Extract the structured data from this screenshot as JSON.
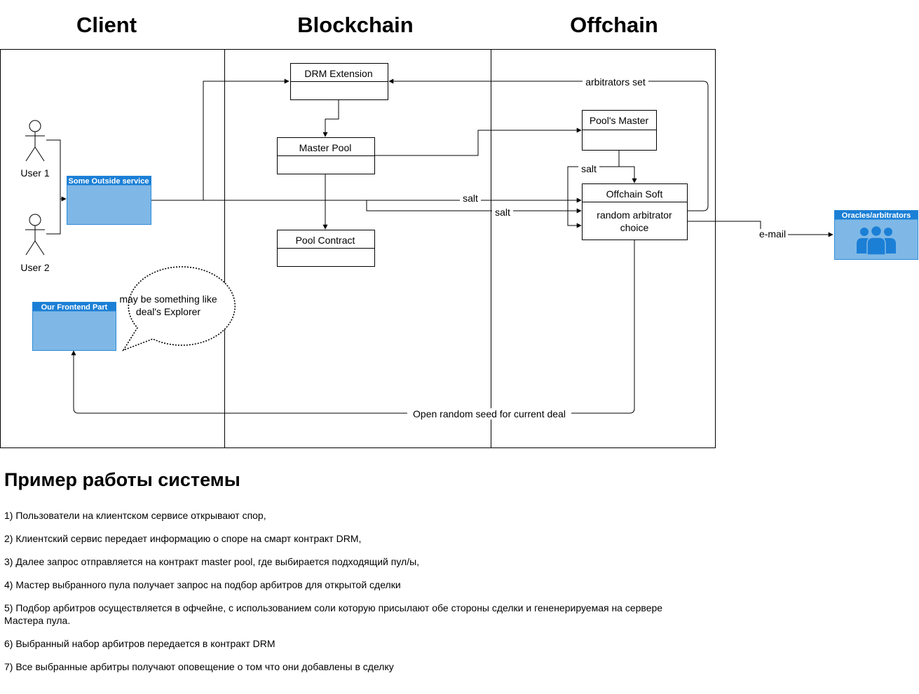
{
  "columns": {
    "client": "Client",
    "blockchain": "Blockchain",
    "offchain": "Offchain"
  },
  "nodes": {
    "drm_extension": "DRM Extension",
    "master_pool": "Master Pool",
    "pool_contract": "Pool Contract",
    "pools_master": "Pool's Master",
    "offchain_soft": "Offchain Soft",
    "random_choice_line1": "random arbitrator",
    "random_choice_line2": "choice",
    "outside_service": "Some Outside service",
    "frontend": "Our Frontend Part",
    "oracles": "Oracles/arbitrators"
  },
  "actors": {
    "user1": "User 1",
    "user2": "User 2"
  },
  "callout": {
    "line1": "may be something like",
    "line2": "deal's Explorer"
  },
  "edges": {
    "arbitrators_set": "arbitrators set",
    "salt_top": "salt",
    "salt_mid": "salt",
    "salt_low": "salt",
    "email": "e-mail",
    "open_seed": "Open random seed for current deal"
  },
  "colors": {
    "container_fill": "#7fb8e6",
    "container_header": "#1b7fd6",
    "container_border": "#2d8bd8"
  },
  "section": {
    "heading": "Пример работы системы",
    "steps": [
      "1) Пользователи на клиентском сервисе открывают спор,",
      "2) Клиентский сервис передает информацию о споре на смарт контракт DRM,",
      "3) Далее запрос отправляется на контракт master pool, где выбирается подходящий пул/ы,",
      "4) Мастер выбранного пула получает запрос на подбор арбитров для открытой сделки",
      "5) Подбор арбитров осуществляется в офчейне, с использованием соли которую присылают обе стороны сделки и гененерируемая на сервере Мастера пула.",
      "6) Выбранный набор арбитров передается в контракт DRM",
      "7) Все выбранные арбитры получают оповещение о том что они добавлены в сделку"
    ]
  }
}
